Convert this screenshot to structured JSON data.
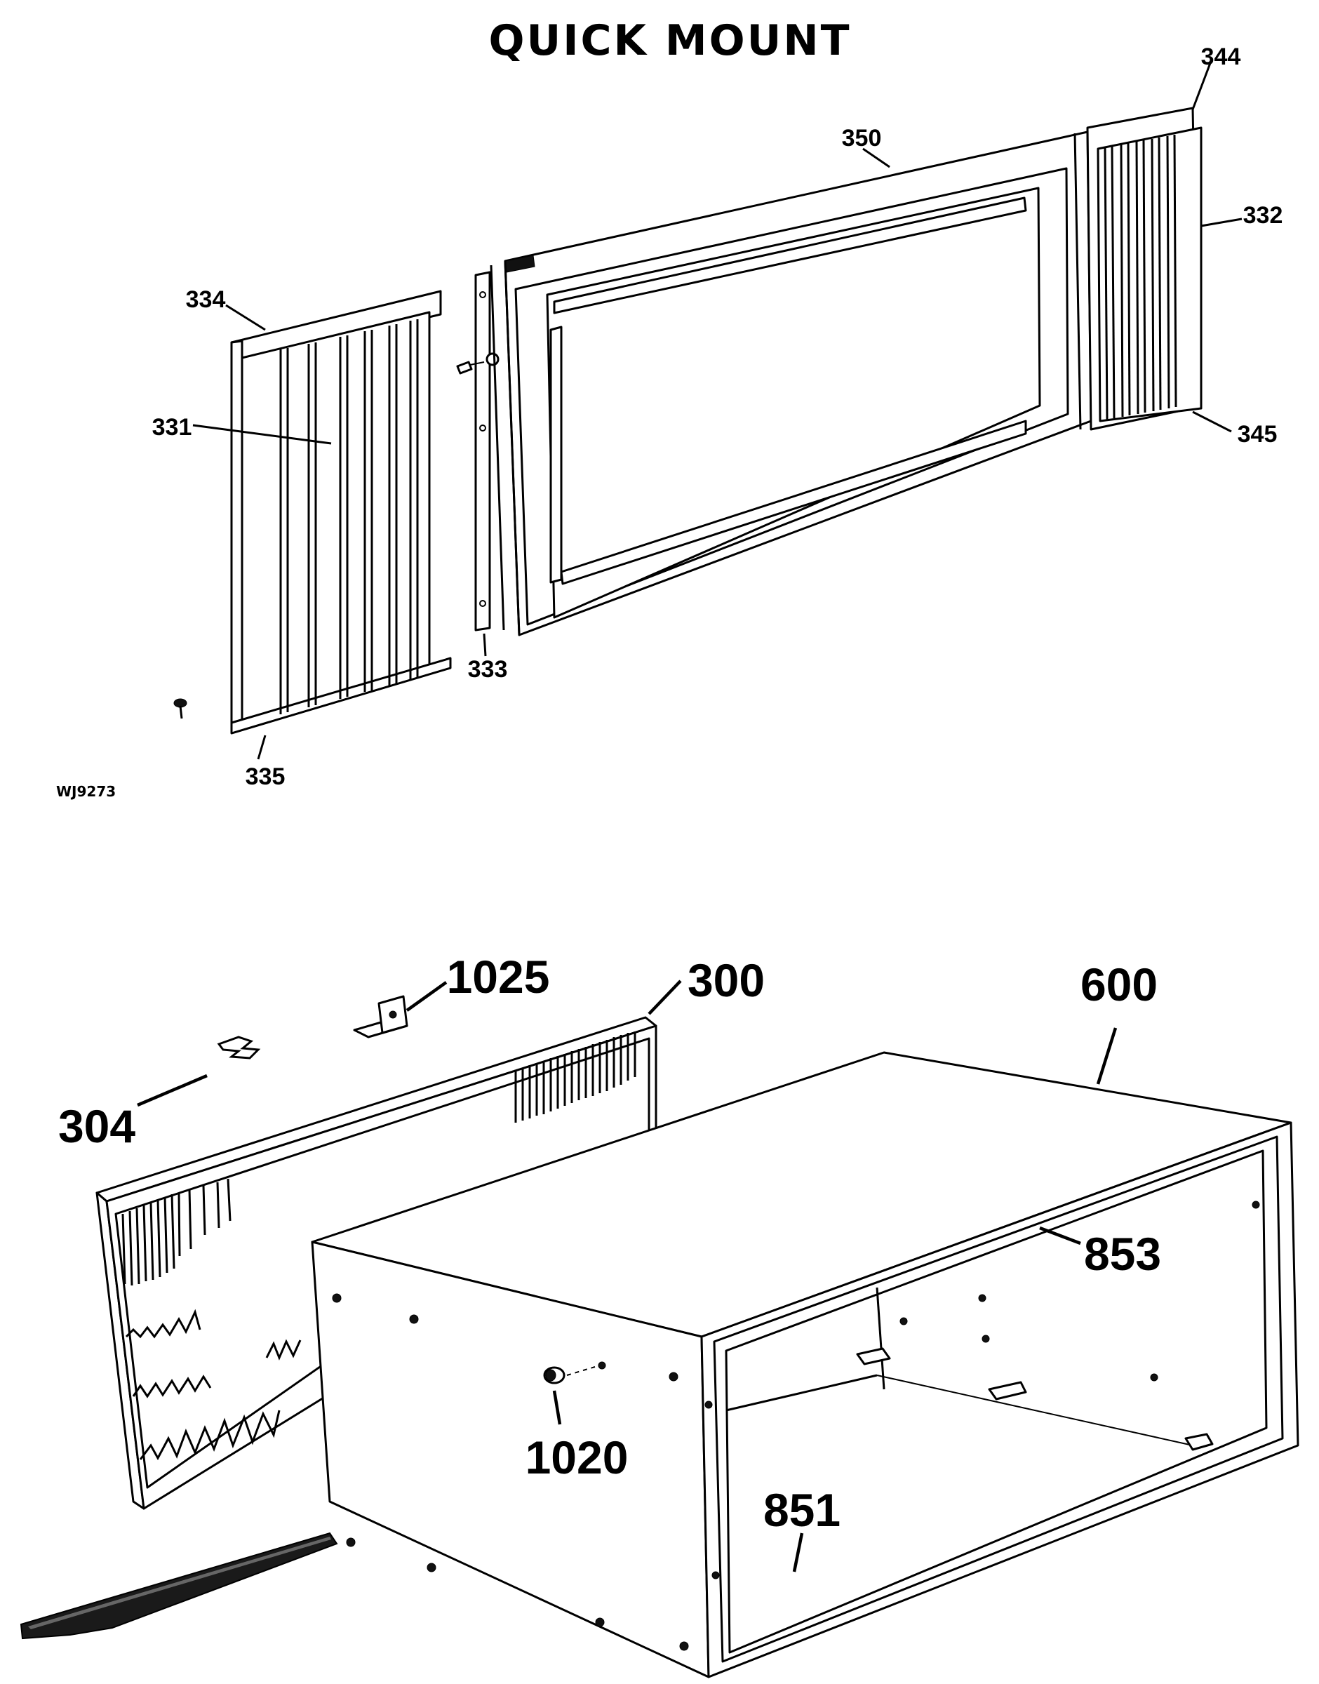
{
  "title": "QUICK MOUNT",
  "drawing_code": "WJ9273",
  "callouts_top": {
    "c344": "344",
    "c350": "350",
    "c332": "332",
    "c334": "334",
    "c331": "331",
    "c345": "345",
    "c333": "333",
    "c335": "335"
  },
  "callouts_bottom": {
    "c1025": "1025",
    "c300": "300",
    "c600": "600",
    "c304": "304",
    "c853": "853",
    "c1020": "1020",
    "c851": "851"
  }
}
